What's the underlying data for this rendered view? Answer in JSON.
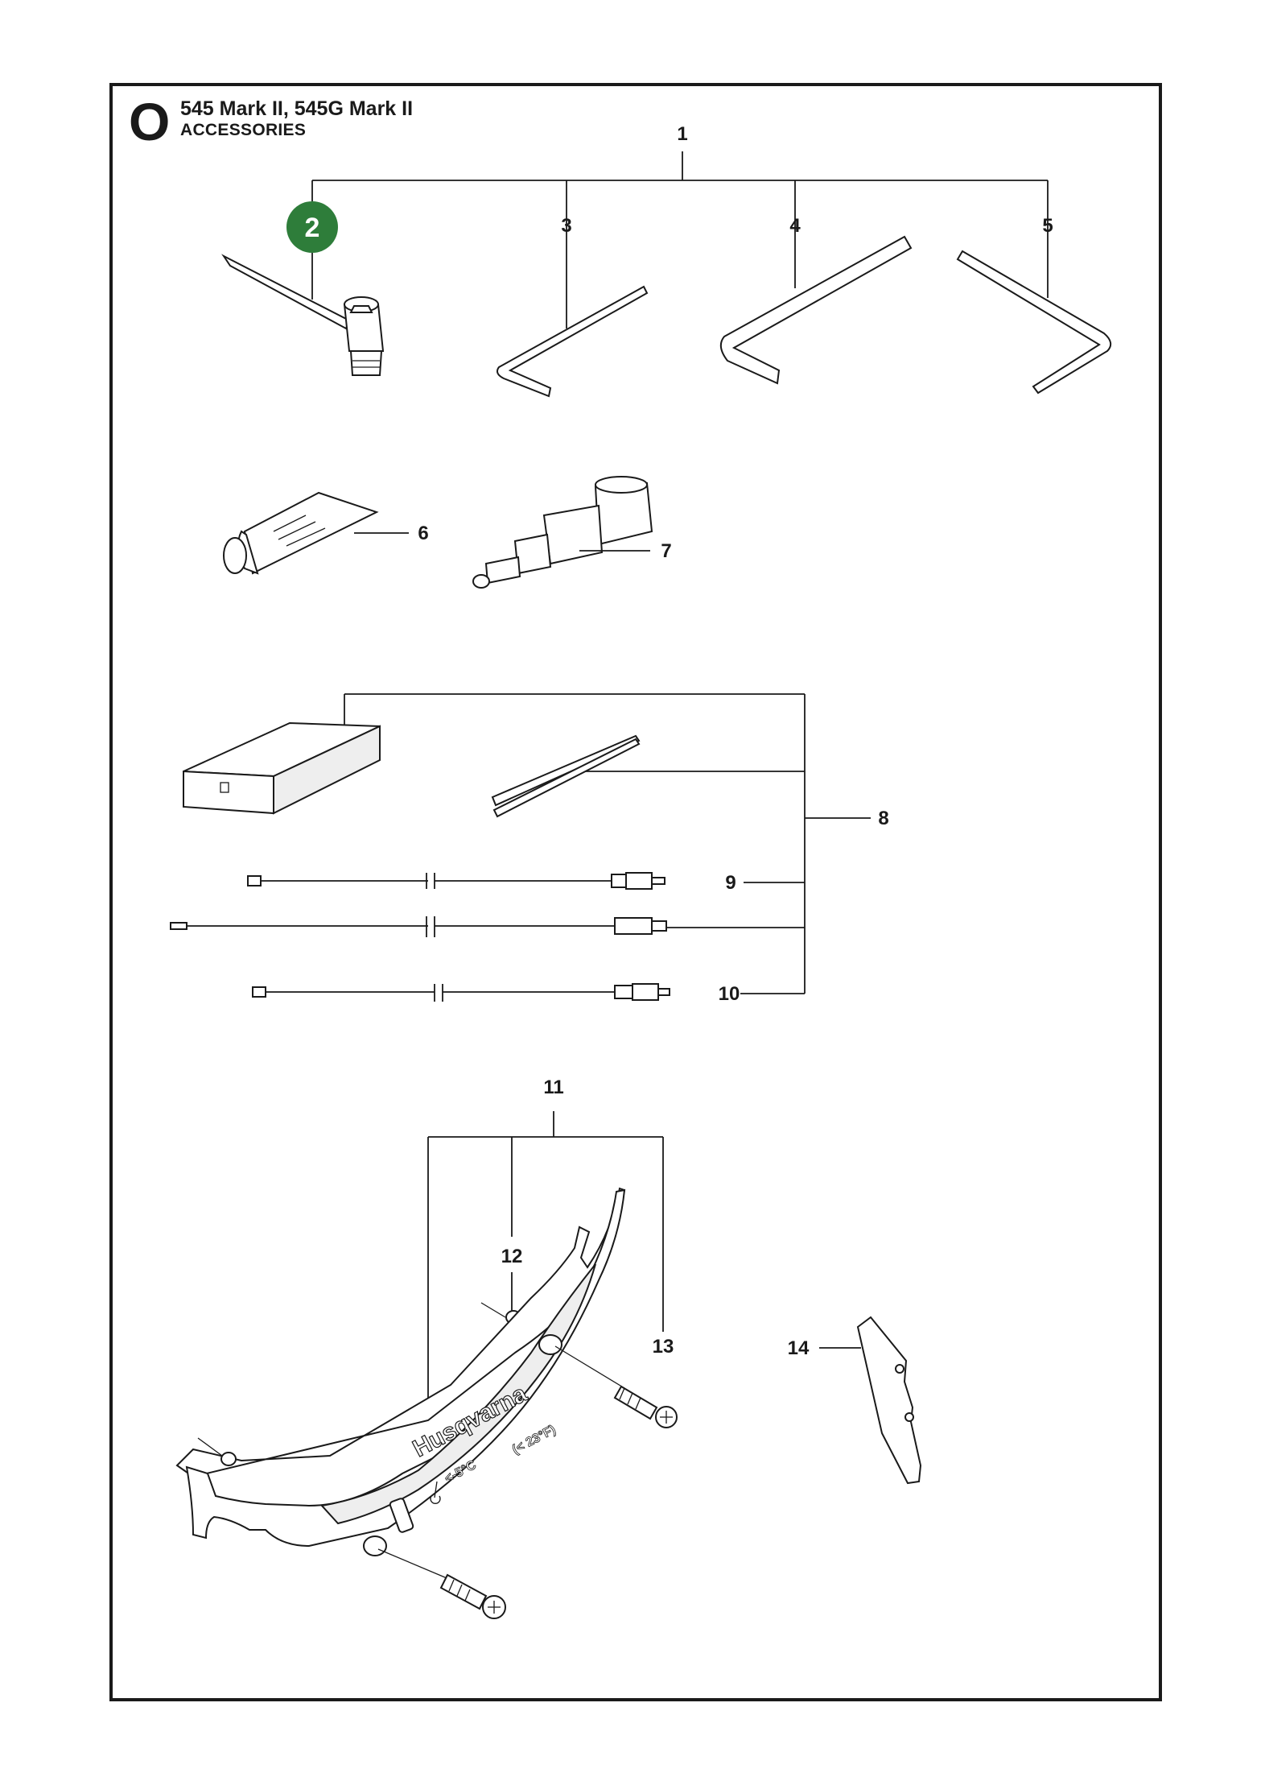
{
  "header": {
    "section": "O",
    "title": "545 Mark II, 545G Mark II",
    "subtitle": "ACCESSORIES"
  },
  "badge": {
    "number": "2",
    "color": "#2e7d3a"
  },
  "callouts": [
    "1",
    "3",
    "4",
    "5",
    "6",
    "7",
    "8",
    "9",
    "10",
    "11",
    "12",
    "13",
    "14"
  ],
  "guard": {
    "brand": "Husqvarna",
    "temp_c": "<-5°C",
    "temp_f": "(< 23°F)"
  }
}
